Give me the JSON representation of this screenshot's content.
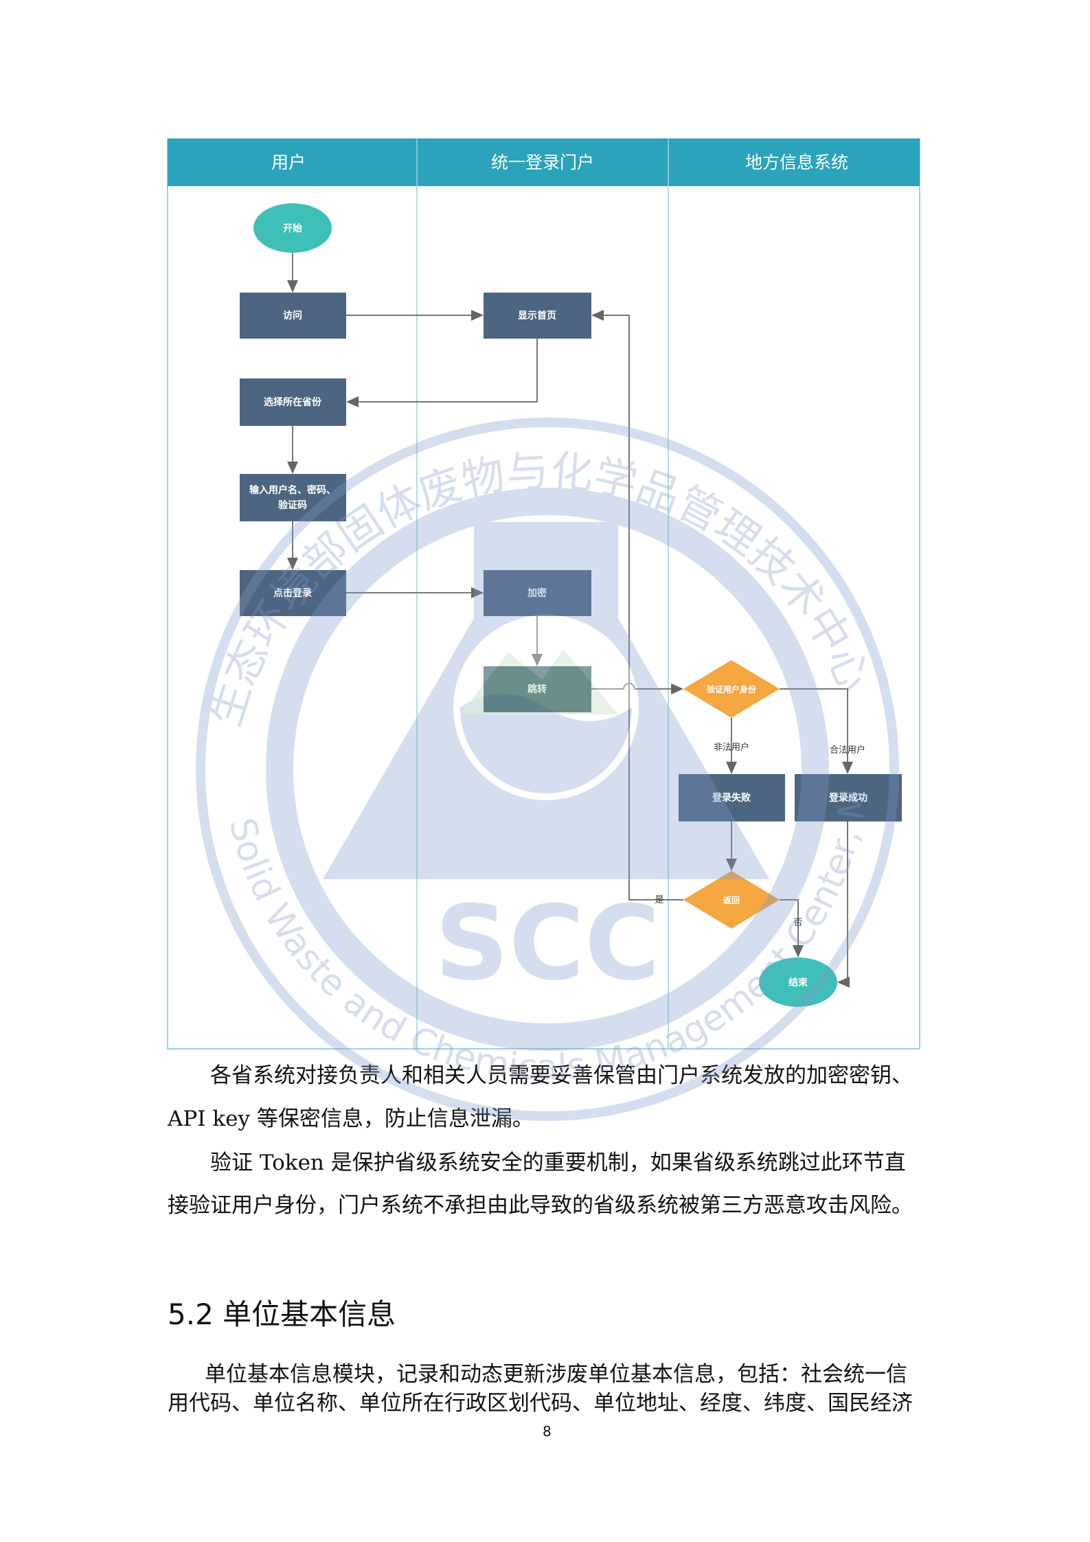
{
  "diagram": {
    "lanes": [
      "用户",
      "统一登录门户",
      "地方信息系统"
    ],
    "nodes": {
      "start": "开始",
      "visit": "访问",
      "show_home": "显示首页",
      "select_province": "选择所在省份",
      "input_line1": "输入用户名、密码、",
      "input_line2": "验证码",
      "click_login": "点击登录",
      "encrypt": "加密",
      "redirect": "跳转",
      "verify": "验证用户身份",
      "login_fail": "登录失败",
      "login_success": "登录成功",
      "return": "返回",
      "end": "结束"
    },
    "edge_labels": {
      "illegal_user": "非法用户",
      "legal_user": "合法用户",
      "yes": "是",
      "no": "否"
    },
    "colors": {
      "header": "#2aa3bb",
      "box": "#4d6580",
      "diamond": "#f5a742",
      "ellipse": "#3fbfb7"
    }
  },
  "watermark": {
    "cn": "生态环境部固体废物与化学品管理技术中心",
    "en": "Solid Waste and Chemicals Management Center, MEE",
    "logo": "SCC"
  },
  "body": {
    "p1_line1": "各省系统对接负责人和相关人员需要妥善保管由门户系统发放的加密密钥、",
    "p1_line2": "API key 等保密信息，防止信息泄漏。",
    "p2_line1": "验证 Token 是保护省级系统安全的重要机制，如果省级系统跳过此环节直",
    "p2_line2": "接验证用户身份，门户系统不承担由此导致的省级系统被第三方恶意攻击风险。",
    "heading": "5.2  单位基本信息",
    "p3_line1": "单位基本信息模块，记录和动态更新涉废单位基本信息，包括：社会统一信",
    "p3_line2": "用代码、单位名称、单位所在行政区划代码、单位地址、经度、纬度、国民经济",
    "page_number": "8"
  }
}
